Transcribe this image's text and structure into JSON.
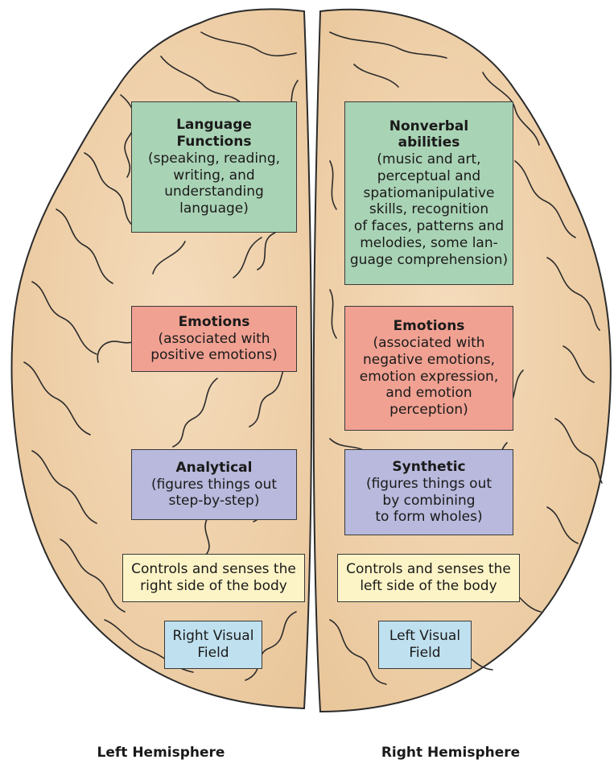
{
  "left": {
    "language": {
      "title": "Language\nFunctions",
      "body": "(speaking, reading,\nwriting, and\nunderstanding\nlanguage)"
    },
    "emotions": {
      "title": "Emotions",
      "body": "(associated with\npositive emotions)"
    },
    "processing": {
      "title": "Analytical",
      "body": "(figures things out\nstep-by-step)"
    },
    "body_control": "Controls and senses the\nright side of the body",
    "visual_field": "Right Visual\nField",
    "caption": "Left Hemisphere"
  },
  "right": {
    "abilities": {
      "title": "Nonverbal\nabilities",
      "body": "(music and art,\nperceptual and\nspatiomanipulative\nskills, recognition\nof faces, patterns and\nmelodies, some lan-\nguage comprehension)"
    },
    "emotions": {
      "title": "Emotions",
      "body": "(associated with\nnegative emotions,\nemotion expression,\nand emotion\nperception)"
    },
    "processing": {
      "title": "Synthetic",
      "body": "(figures things out\nby combining\nto form wholes)"
    },
    "body_control": "Controls and senses the\nleft side of the body",
    "visual_field": "Left Visual\nField",
    "caption": "Right Hemisphere"
  },
  "colors": {
    "brain_fill": "#f3d7b3",
    "brain_outline": "#2b2b2b",
    "language_box": "#a9d3b5",
    "emotion_box": "#f0a192",
    "processing_box": "#b8b9dc",
    "body_box": "#fcf4c6",
    "visual_box": "#bfe0ee"
  }
}
